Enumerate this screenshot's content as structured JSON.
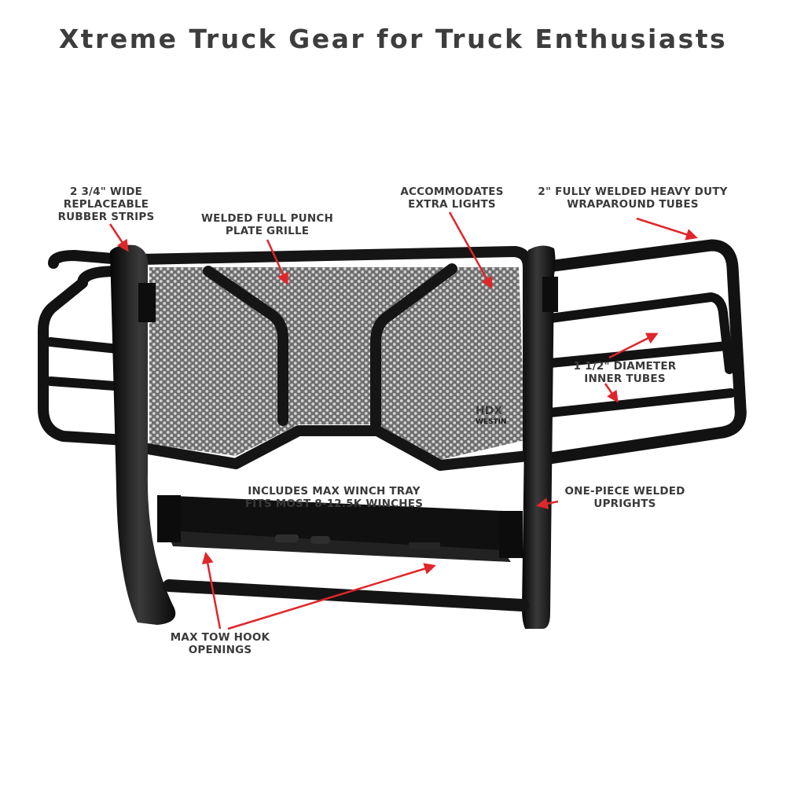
{
  "title": "Xtreme Truck Gear for Truck Enthusiasts",
  "colors": {
    "arrow": "#e0262b",
    "text": "#3a3a3a",
    "metal": "#141414",
    "mesh": "#8a8a8a"
  },
  "callouts": {
    "rubber_strips": [
      "2 3/4\" WIDE",
      "REPLACEABLE",
      "RUBBER STRIPS"
    ],
    "punch_plate": [
      "WELDED FULL PUNCH",
      "PLATE GRILLE"
    ],
    "extra_lights": [
      "ACCOMMODATES",
      "EXTRA LIGHTS"
    ],
    "wraparound": [
      "2\" FULLY WELDED HEAVY DUTY",
      "WRAPAROUND TUBES"
    ],
    "inner_tubes": [
      "1 1/2\" DIAMETER",
      "INNER TUBES"
    ],
    "winch_tray": [
      "INCLUDES MAX WINCH TRAY",
      "FITS MOST 8-12.5K WINCHES"
    ],
    "uprights": [
      "ONE-PIECE WELDED",
      "UPRIGHTS"
    ],
    "tow_hook": [
      "MAX TOW HOOK",
      "OPENINGS"
    ]
  },
  "logo": {
    "top": "HDX",
    "bottom": "WESTIN"
  }
}
